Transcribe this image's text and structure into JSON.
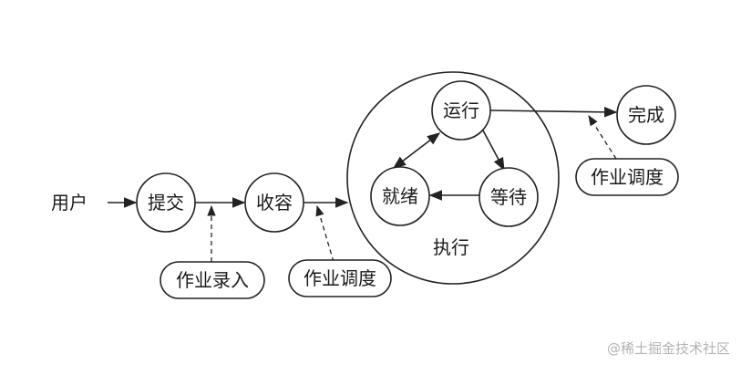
{
  "nodes": {
    "user": "用户",
    "submit": "提交",
    "receive": "收容",
    "running": "运行",
    "ready": "就绪",
    "waiting": "等待",
    "done": "完成",
    "execute": "执行"
  },
  "annotations": {
    "job_entry": "作业录入",
    "job_schedule_1": "作业调度",
    "job_schedule_2": "作业调度"
  },
  "watermark": "@稀土掘金技术社区"
}
